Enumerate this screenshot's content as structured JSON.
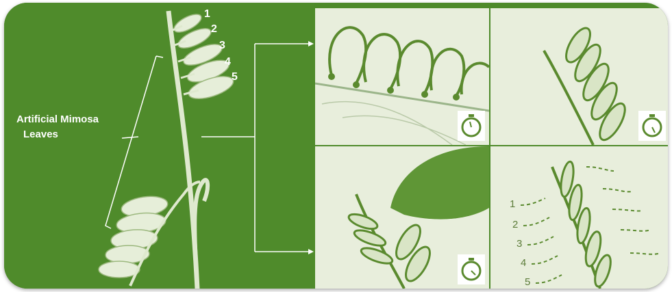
{
  "figure": {
    "label_line1": "Artificial Mimosa",
    "label_line2": "Leaves",
    "leaf_numbers": [
      "1",
      "2",
      "3",
      "4",
      "5"
    ],
    "panel_numbers": [
      "1",
      "2",
      "3",
      "4",
      "5"
    ],
    "icons": [
      "stopwatch-icon",
      "arrow-icon"
    ],
    "colors": {
      "green": "#4f8b2b",
      "light_panel": "#e8eedc",
      "stroke": "#5a8a2e"
    }
  }
}
